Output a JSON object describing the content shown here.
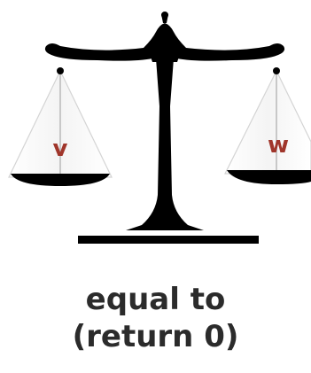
{
  "pans": {
    "left": {
      "label": "v"
    },
    "right": {
      "label": "w"
    }
  },
  "caption": {
    "line1": "equal to",
    "line2": "(return 0)"
  },
  "colors": {
    "scale": "#000000",
    "pan_fill": "#ffffff",
    "pan_outline": "#c8c8c8",
    "label": "#a0362b",
    "caption": "#2b2b2b"
  }
}
